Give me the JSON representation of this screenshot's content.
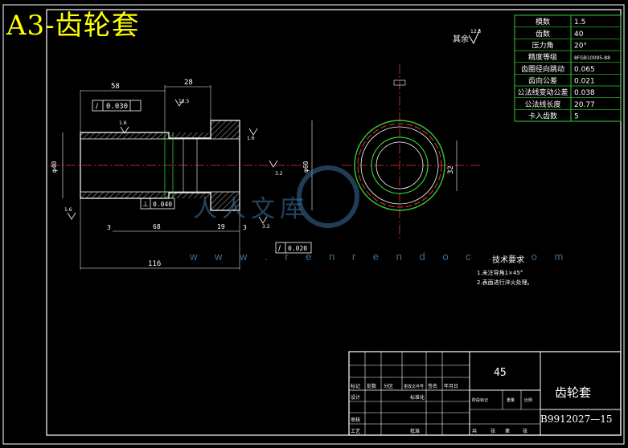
{
  "title": "A3-齿轮套",
  "watermark": {
    "brand": "人人文库",
    "url": "w w w . r e n r e n d o c . c o m"
  },
  "params": [
    {
      "label": "模数",
      "value": "1.5"
    },
    {
      "label": "齿数",
      "value": "40"
    },
    {
      "label": "压力角",
      "value": "20°"
    },
    {
      "label": "精度等级",
      "value": "8FGB10095-88"
    },
    {
      "label": "齿圈径向跳动",
      "value": "0.065"
    },
    {
      "label": "齿向公差",
      "value": "0.021"
    },
    {
      "label": "公法线变动公差",
      "value": "0.038"
    },
    {
      "label": "公法线长度",
      "value": "20.77"
    },
    {
      "label": "卡入齿数",
      "value": "5"
    }
  ],
  "roughness_note": "其余",
  "roughness_value": "12.5",
  "tech": {
    "heading": "技术要求",
    "items": [
      "1.未注导角1×45°",
      "2.表面进行淬火处理。"
    ]
  },
  "dims": {
    "d58": "58",
    "d28": "28",
    "d116": "116",
    "d68": "68",
    "d19": "19",
    "d3a": "3",
    "d3b": "3",
    "tol_a": "0.030",
    "tol_b": "0.040",
    "tol_c": "0.020",
    "dia_left": "φ40",
    "r1": "1.6",
    "r2": "1.6",
    "r3": "3.2",
    "r4": "1.6",
    "r5": "3.2",
    "r6": "12.5",
    "d32": "32",
    "phi60": "φ60"
  },
  "title_block": {
    "material": "45",
    "part_name": "齿轮套",
    "drawing_no": "B9912027—15",
    "h_mark": "标记",
    "h_count": "处数",
    "h_zone": "分区",
    "h_doc": "更改文件号",
    "h_sign": "签名",
    "h_date": "年月日",
    "h_design": "设计",
    "h_std": "标准化",
    "h_stage": "阶段标记",
    "h_weight": "重量",
    "h_scale": "比例",
    "h_review": "审核",
    "h_craft": "工艺",
    "h_approve": "批准",
    "h_sheets": "共",
    "h_sheet": "第",
    "h_zhang": "张",
    "h_zhang2": "张"
  }
}
